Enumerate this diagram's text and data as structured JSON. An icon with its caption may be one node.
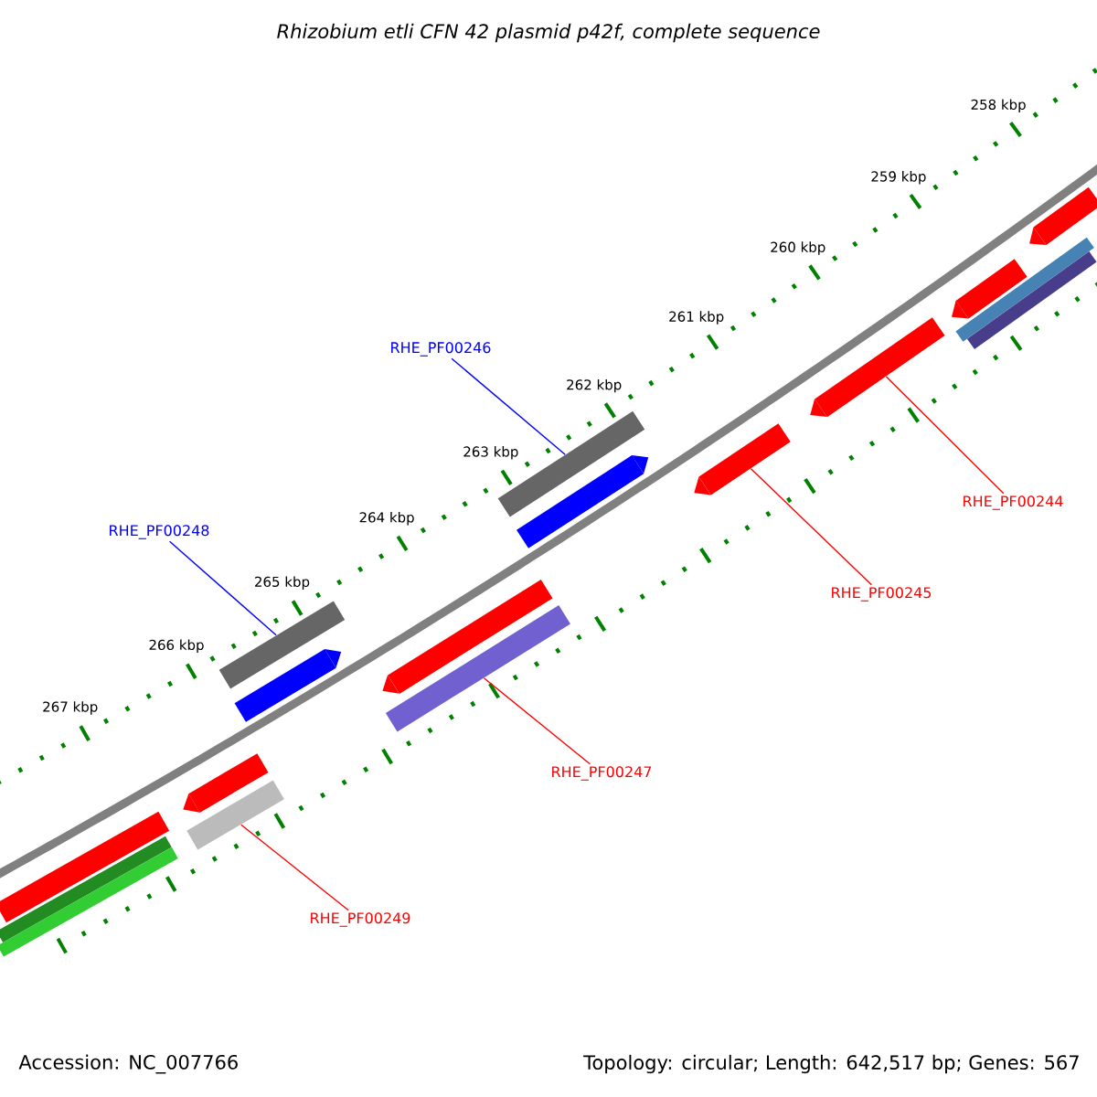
{
  "diagram": {
    "title": "Rhizobium etli CFN 42 plasmid p42f, complete sequence",
    "nodes": [
      {
        "text": [
          "RHE_PF00246"
        ]
      },
      {
        "text": [],
        "shape": "bar"
      },
      {
        "text": [
          "RHE_PF00244"
        ]
      },
      {
        "text": [],
        "shape": "bar"
      },
      {
        "text": [
          "RHE_PF00248"
        ]
      },
      {
        "text": [],
        "shape": "bar"
      },
      {
        "text": [
          "RHE_PF00245"
        ]
      },
      {
        "text": [],
        "shape": "bar"
      },
      {
        "text": [
          "RHE_PF00247"
        ]
      },
      {
        "text": [],
        "shape": "bar"
      },
      {
        "text": [
          "RHE_PF00249"
        ]
      },
      {
        "text": [],
        "shape": "bar"
      },
      {
        "text": [],
        "shape": "bar"
      },
      {
        "text": [],
        "shape": "bar"
      },
      {
        "text": [],
        "shape": "bar"
      },
      {
        "text": [],
        "shape": "bar"
      },
      {
        "text": [],
        "shape": "bar"
      },
      {
        "text": [],
        "shape": "bar"
      },
      {
        "text": [],
        "shape": "bar"
      },
      {
        "text": [],
        "shape": "bar"
      },
      {
        "text": [],
        "shape": "bar"
      },
      {
        "text": [],
        "shape": "bar"
      },
      {
        "text": [],
        "shape": "bar"
      }
    ],
    "edges": [
      {
        "from": 0,
        "to": 1,
        "arrow": "none",
        "color": "#0000ff"
      },
      {
        "from": 2,
        "to": 3,
        "arrow": "none"
      },
      {
        "from": 4,
        "to": 5,
        "arrow": "none",
        "color": "#0000ff"
      },
      {
        "from": 6,
        "to": 7,
        "arrow": "none"
      },
      {
        "from": 8,
        "to": 9,
        "arrow": "none"
      },
      {
        "from": 10,
        "to": 11,
        "arrow": "none"
      }
    ],
    "labels": [
      "258 kbp",
      "259 kbp",
      "260 kbp",
      "261 kbp",
      "262 kbp",
      "263 kbp",
      "264 kbp",
      "265 kbp",
      "266 kbp",
      "267 kbp",
      "Accession: NC_007766",
      "Topology: circular; Length: 642,517 bp; Genes: 567"
    ]
  }
}
